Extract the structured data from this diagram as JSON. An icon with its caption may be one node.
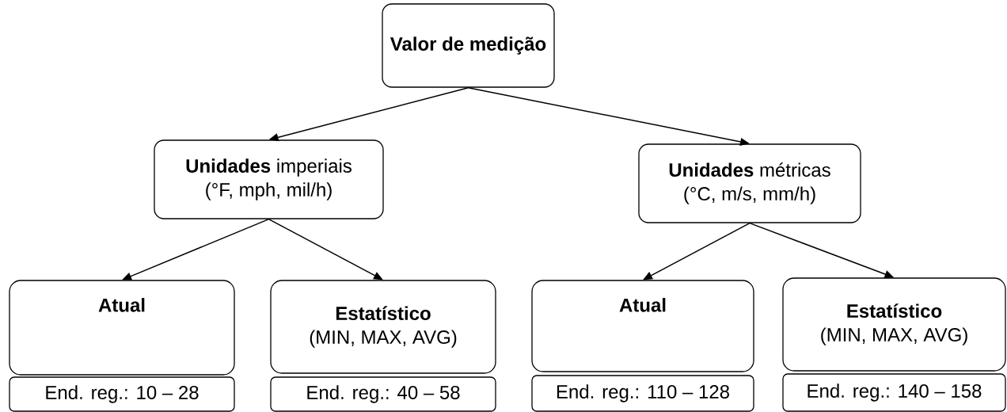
{
  "diagram": {
    "nodes": [
      {
        "text": [
          "Valor de medição"
        ]
      },
      {
        "text": [
          "**Unidades** imperiais",
          "(°F, mph, mil/h)"
        ]
      },
      {
        "text": [
          "**Unidades** métricas",
          "(°C, m/s, mm/h)"
        ]
      },
      {
        "text": [
          "Atual"
        ]
      },
      {
        "text": [
          "Estatístico",
          "(MIN, MAX, AVG)"
        ]
      },
      {
        "text": [
          "Atual"
        ]
      },
      {
        "text": [
          "Estatístico",
          "(MIN, MAX, AVG)"
        ]
      },
      {
        "text": [
          "End. reg.: 10 – 28"
        ]
      },
      {
        "text": [
          "End. reg.: 40 – 58"
        ]
      },
      {
        "text": [
          "End. reg.: 110 – 128"
        ]
      },
      {
        "text": [
          "End. reg.: 140 – 158"
        ]
      }
    ],
    "edges": [
      {
        "from": 0,
        "to": 1,
        "arrow": "to"
      },
      {
        "from": 0,
        "to": 2,
        "arrow": "to"
      },
      {
        "from": 1,
        "to": 3,
        "arrow": "to"
      },
      {
        "from": 1,
        "to": 4,
        "arrow": "to"
      },
      {
        "from": 2,
        "to": 5,
        "arrow": "to"
      },
      {
        "from": 2,
        "to": 6,
        "arrow": "to"
      }
    ]
  }
}
